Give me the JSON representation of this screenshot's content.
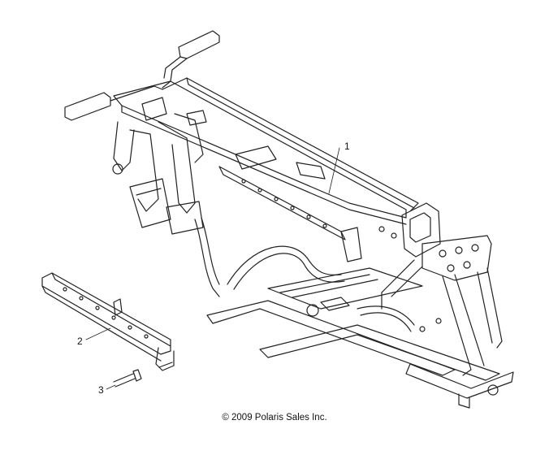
{
  "callouts": {
    "frame": "1",
    "crossmember": "2",
    "bolt": "3"
  },
  "footer": {
    "copyright": "© 2009 Polaris Sales Inc."
  }
}
